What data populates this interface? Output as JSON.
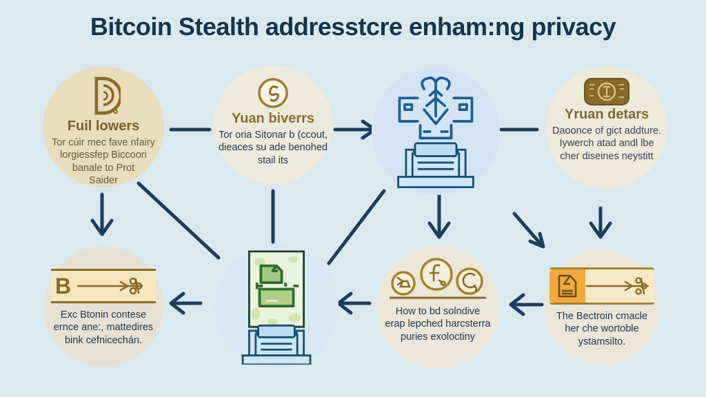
{
  "title": "Bitcoin Stealth addresstcre enham:ng privacy",
  "top_row": {
    "full_nodes": {
      "icon": "stylized-d-logo-icon",
      "heading": "Fuil lowers",
      "body": "Tor cúir mec fave nfairy\nlorgiessfep Biccoori\nbanale to Prot\nSaider"
    },
    "yuan_buyers": {
      "icon": "gold-ring-icon",
      "heading": "Yuan biverrs",
      "body": "Tor oria Sitonar b (ccout,\ndieaces su ade benohed\nstail its"
    },
    "circuit_machine": {
      "icon": "circuit-cross-machine-icon"
    },
    "yuan_details": {
      "icon": "gold-seal-icon",
      "heading": "Yruan detars",
      "body": "Daoonce of gict addture.\nIywerch atad andl lbe\ncher diseines neystitt"
    }
  },
  "bottom_row": {
    "exchange_notes": {
      "icon": "b-banner-arrow-icon",
      "banner_letter": "B",
      "body": "Exc Btonin contese\nernce ane:, mattedires\nbink cefnicechán."
    },
    "green_document_machine": {
      "icon": "green-document-machine-icon"
    },
    "coins": {
      "icon": "three-coins-icon",
      "body": "How to bd solndive\nerap lepched harcsterra\npuries exoloctiny"
    },
    "electron_oracle": {
      "icon": "document-banner-arrow-icon",
      "body": "The Bectroin cmacle\nher che wortoble\nystamsilto."
    }
  },
  "colors": {
    "background": "#d9e9f0",
    "title_text": "#15344e",
    "arrow": "#1d3d5c",
    "gold": "#8a6a28",
    "tan_circle": "#ecdcbe",
    "beige_circle": "#eeeadb",
    "blue_circle": "#d3e4f5",
    "gray_circle": "#e6e1d3",
    "navy_text": "#21374f",
    "brown_text": "#655741",
    "banner_tan": "#f6e6bd",
    "banner_orange": "#f0a93c",
    "green_document": "#a4ca80",
    "machine_blue": "#cfe6f6"
  }
}
